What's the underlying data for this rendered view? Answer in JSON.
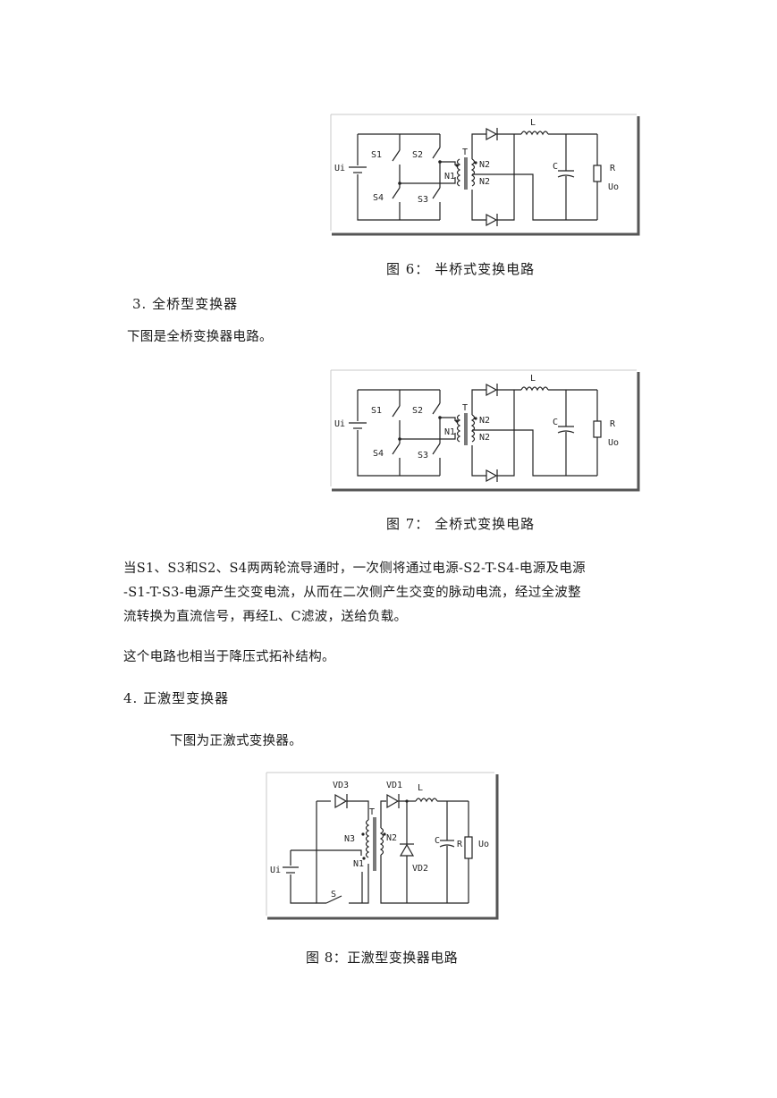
{
  "fig6": {
    "caption": "图 6：  半桥式变换电路",
    "labels": {
      "ui": "Ui",
      "s1": "S1",
      "s2": "S2",
      "s3": "S3",
      "s4": "S4",
      "t": "T",
      "n1": "N1",
      "n2a": "N2",
      "n2b": "N2",
      "l": "L",
      "c": "C",
      "r": "R",
      "uo": "Uo"
    }
  },
  "section3": {
    "heading": "3.  全桥型变换器",
    "intro": "下图是全桥变换器电路。"
  },
  "fig7": {
    "caption": "图 7：  全桥式变换电路",
    "labels": {
      "ui": "Ui",
      "s1": "S1",
      "s2": "S2",
      "s3": "S3",
      "s4": "S4",
      "t": "T",
      "n1": "N1",
      "n2a": "N2",
      "n2b": "N2",
      "l": "L",
      "c": "C",
      "r": "R",
      "uo": "Uo"
    }
  },
  "paragraphs": {
    "p1_line1": "当S1、S3和S2、S4两两轮流导通时，一次侧将通过电源-S2-T-S4-电源及电源",
    "p1_line2": "-S1-T-S3-电源产生交变电流，从而在二次侧产生交变的脉动电流，经过全波整",
    "p1_line3": "流转换为直流信号，再经L、C滤波，送给负载。",
    "p2": "这个电路也相当于降压式拓补结构。"
  },
  "section4": {
    "heading": "4. 正激型变换器",
    "intro": "下图为正激式变换器。"
  },
  "fig8": {
    "caption": "图 8：正激型变换器电路",
    "labels": {
      "vd3": "VD3",
      "vd1": "VD1",
      "l": "L",
      "t": "T",
      "n3": "N3",
      "n2": "N2",
      "n1": "N1",
      "c": "C",
      "r": "R",
      "uo": "Uo",
      "vd2": "VD2",
      "ui": "Ui",
      "s": "S"
    }
  }
}
